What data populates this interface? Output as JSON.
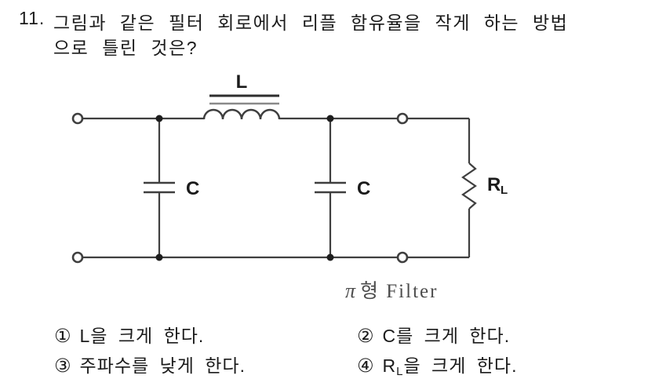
{
  "question": {
    "number": "11.",
    "line1": "그림과 같은 필터 회로에서 리플 함유율을 작게 하는 방법",
    "line2": "으로 틀린 것은?"
  },
  "circuit": {
    "inductor_label": "L",
    "cap1_label": "C",
    "cap2_label": "C",
    "resistor_label": "R",
    "resistor_subscript": "L",
    "caption_pi": "π",
    "caption_rest": "형 Filter"
  },
  "options": [
    {
      "num": "①",
      "text": "L을 크게 한다."
    },
    {
      "num": "②",
      "text": "C를 크게 한다."
    },
    {
      "num": "③",
      "text": "주파수를 낮게 한다."
    },
    {
      "num": "④",
      "text_pre": "R",
      "text_sub": "L",
      "text_post": "을 크게 한다."
    }
  ],
  "colors": {
    "wire": "#3f3f3f",
    "node": "#1e1e1e",
    "core_top": "#2e2e2e",
    "core_bottom": "#8a8a8a",
    "text": "#1b1b1b",
    "caption": "#4d4d4d"
  }
}
